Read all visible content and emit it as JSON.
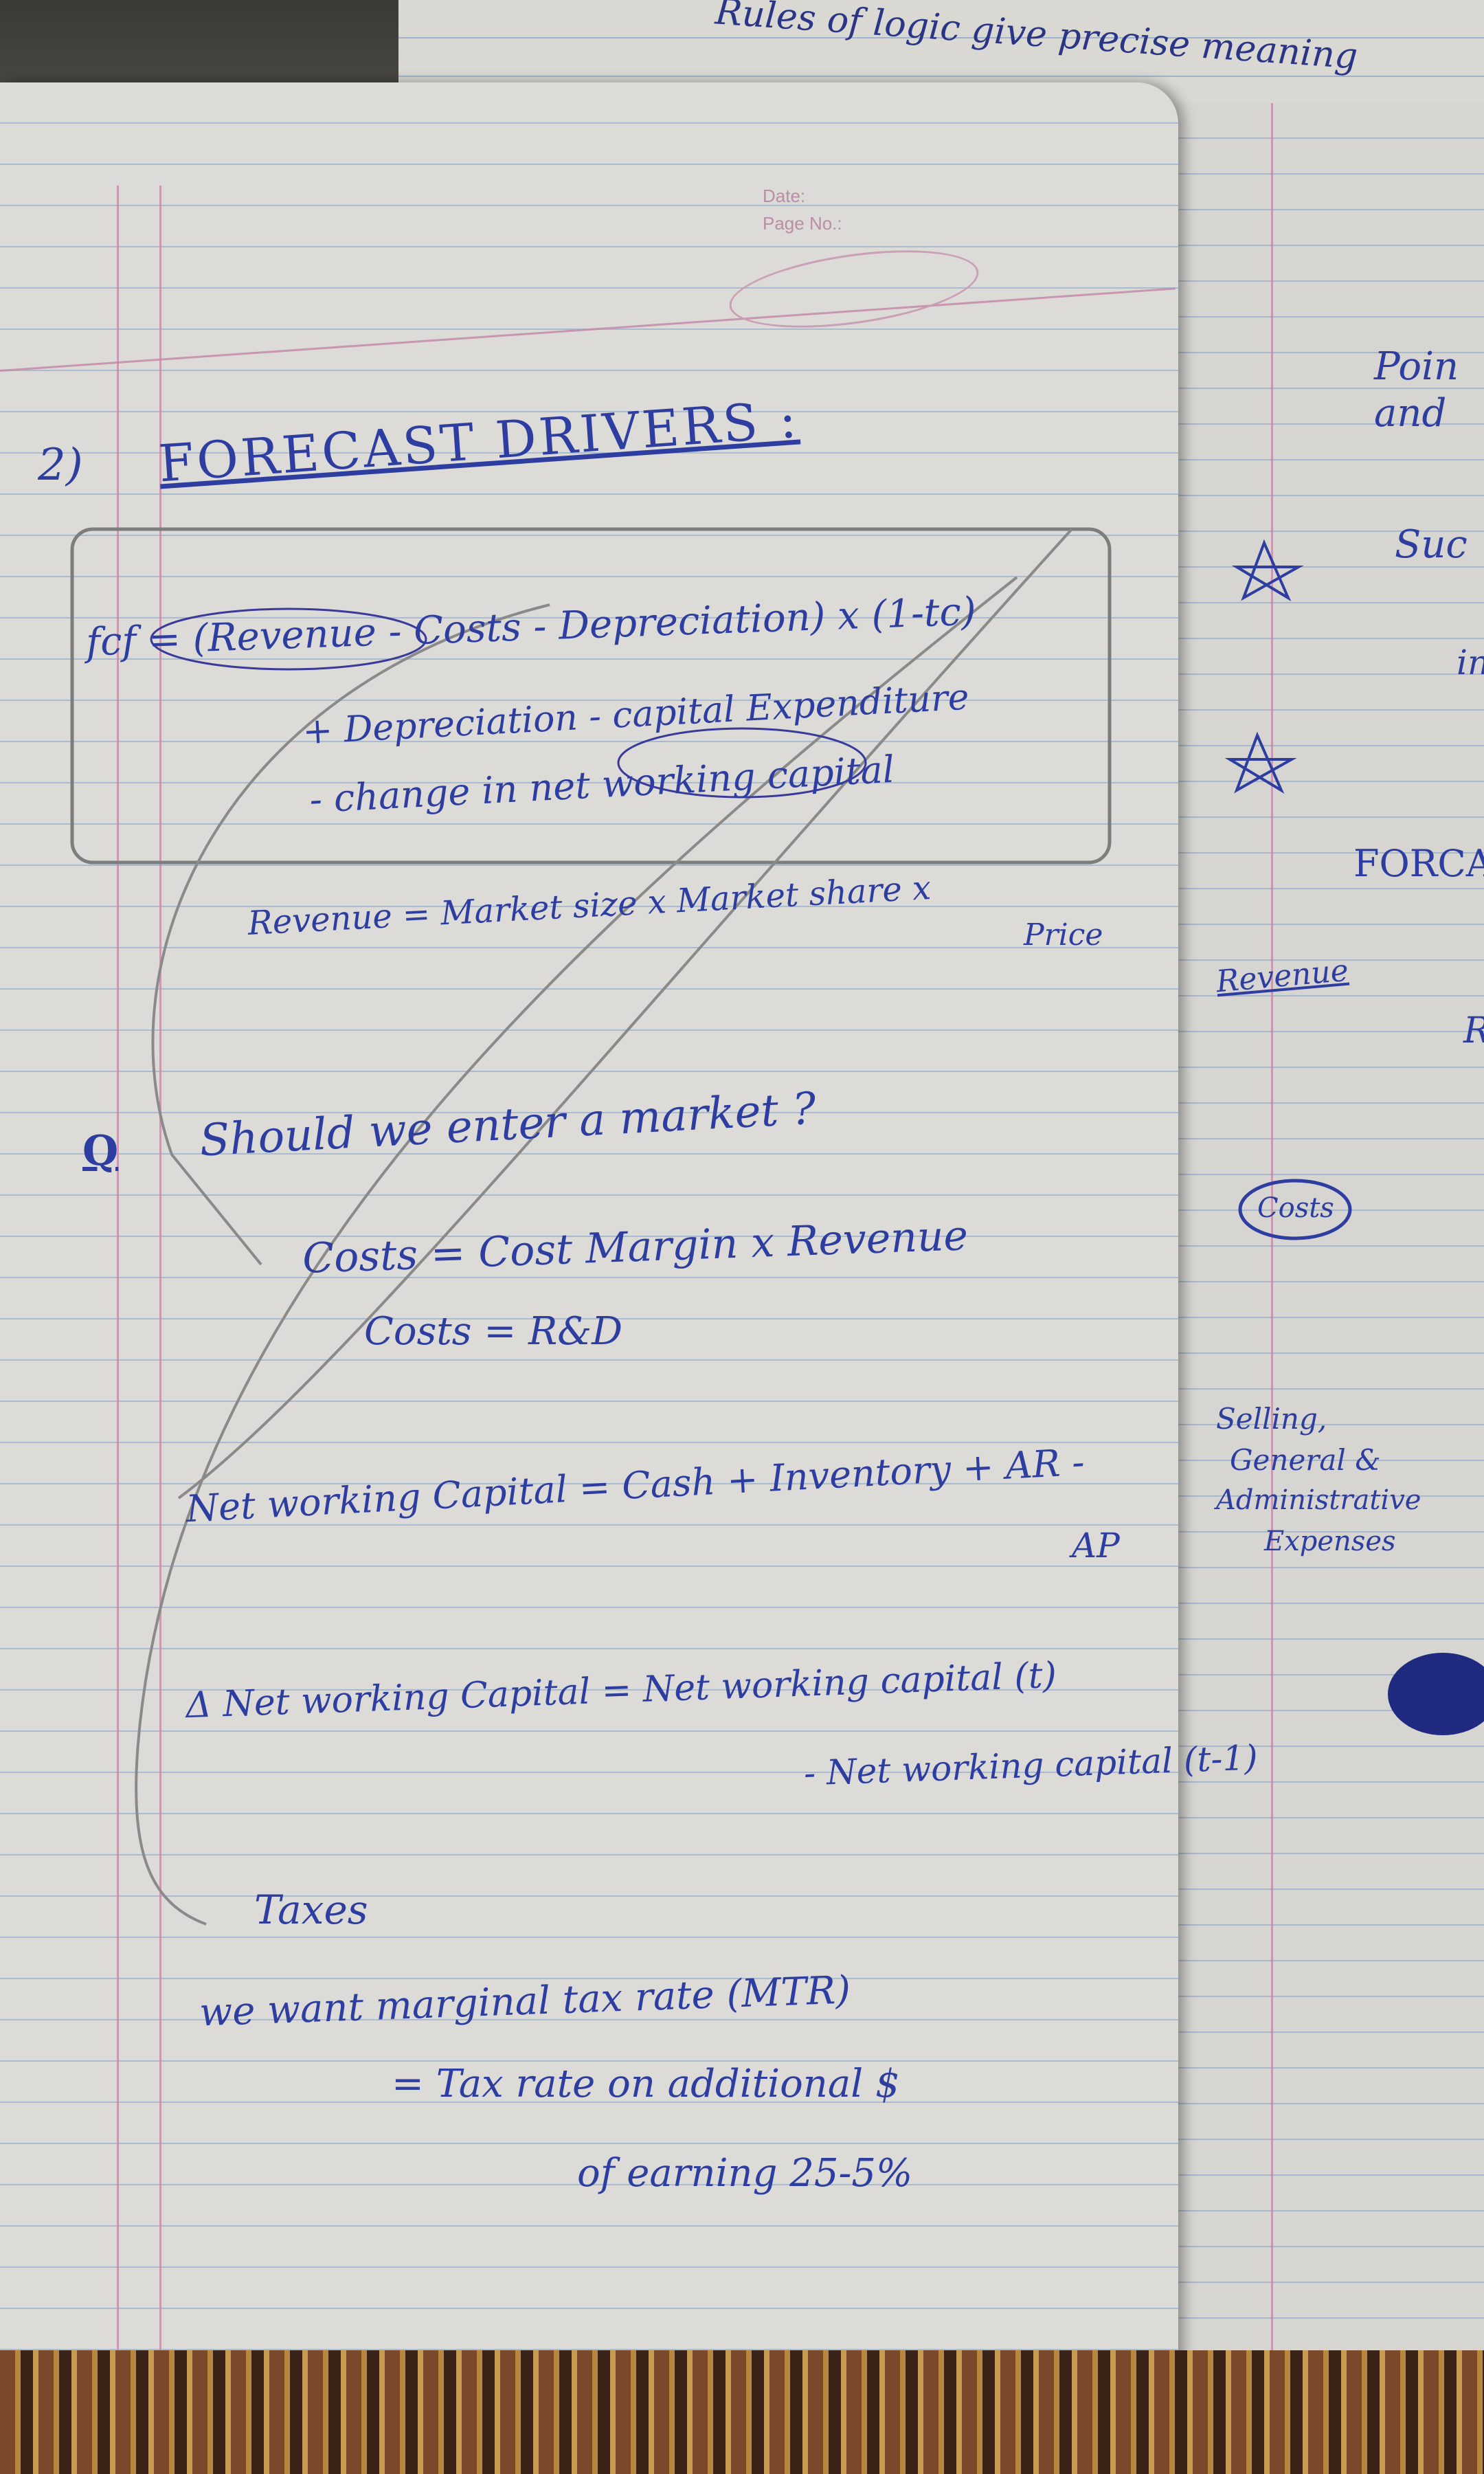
{
  "top_note": "Rules of logic give precise meaning",
  "stamp": {
    "date": "Date:",
    "page": "Page No.:"
  },
  "heading_number": "2)",
  "heading": "FORECAST DRIVERS :",
  "fcf": {
    "line1": "fcf = (Revenue - Costs - Depreciation) x (1-tc)",
    "line2": "+ Depreciation - capital Expenditure",
    "line3": "- change in net working capital"
  },
  "revenue_eq": {
    "line1": "Revenue = Market size x Market share x",
    "line2": "Price"
  },
  "question_mark": "Q",
  "question": "Should we enter a market ?",
  "costs_eq": {
    "line1": "Costs = Cost Margin x Revenue",
    "line2": "Costs = R&D"
  },
  "nwc_eq": {
    "line1": "Net working Capital = Cash + Inventory + AR -",
    "line2": "AP"
  },
  "sga_note": {
    "line1": "Selling,",
    "line2": "General &",
    "line3": "Administrative",
    "line4": "Expenses"
  },
  "delta_nwc": {
    "line1": "Δ Net working Capital = Net working capital (t)",
    "line2": "- Net working capital (t-1)"
  },
  "taxes": {
    "title": "Taxes",
    "line1": "we want marginal tax rate (MTR)",
    "line2": "= Tax rate on additional $",
    "line3": "of earning 25-5%"
  },
  "right_page": {
    "star1": "Poin and",
    "star2": "Suc",
    "sub": "in",
    "heading": "FORCA",
    "revenue": "Revenue",
    "r_letter": "R",
    "costs": "Costs"
  }
}
